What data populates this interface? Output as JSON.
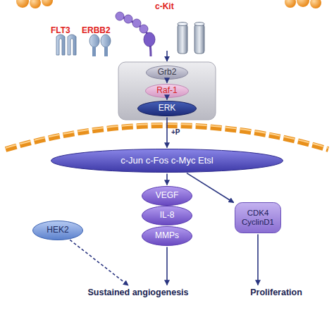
{
  "diagram": {
    "nodes": [
      {
        "text": [
          "Grb2"
        ]
      },
      {
        "text": [
          "Raf-1"
        ]
      },
      {
        "text": [
          "ERK"
        ]
      },
      {
        "text": [
          "c-Jun c-Fos c-Myc Etsl"
        ]
      },
      {
        "text": [
          "VEGF"
        ]
      },
      {
        "text": [
          "IL-8"
        ]
      },
      {
        "text": [
          "MMPs"
        ]
      },
      {
        "text": [
          "HEK2"
        ]
      },
      {
        "text": [
          "CDK4 CyclinD1"
        ]
      },
      {
        "text": [
          "Sustained angiogenesis"
        ]
      },
      {
        "text": [
          "Proliferation"
        ]
      }
    ],
    "edges": [
      {
        "from": 0,
        "to": 1,
        "arrow": "to"
      },
      {
        "from": 1,
        "to": 2,
        "arrow": "to"
      },
      {
        "from": 2,
        "to": 3,
        "label": "+P",
        "arrow": "to"
      },
      {
        "from": 3,
        "to": 4,
        "arrow": "to"
      },
      {
        "from": 3,
        "to": 8,
        "arrow": "to"
      },
      {
        "from": 6,
        "to": 9,
        "arrow": "to"
      },
      {
        "from": 7,
        "to": 9,
        "arrow": "to"
      },
      {
        "from": 8,
        "to": 10,
        "arrow": "to"
      }
    ],
    "labels": [
      "FLT3",
      "ERBB2",
      "c-Kit"
    ]
  }
}
